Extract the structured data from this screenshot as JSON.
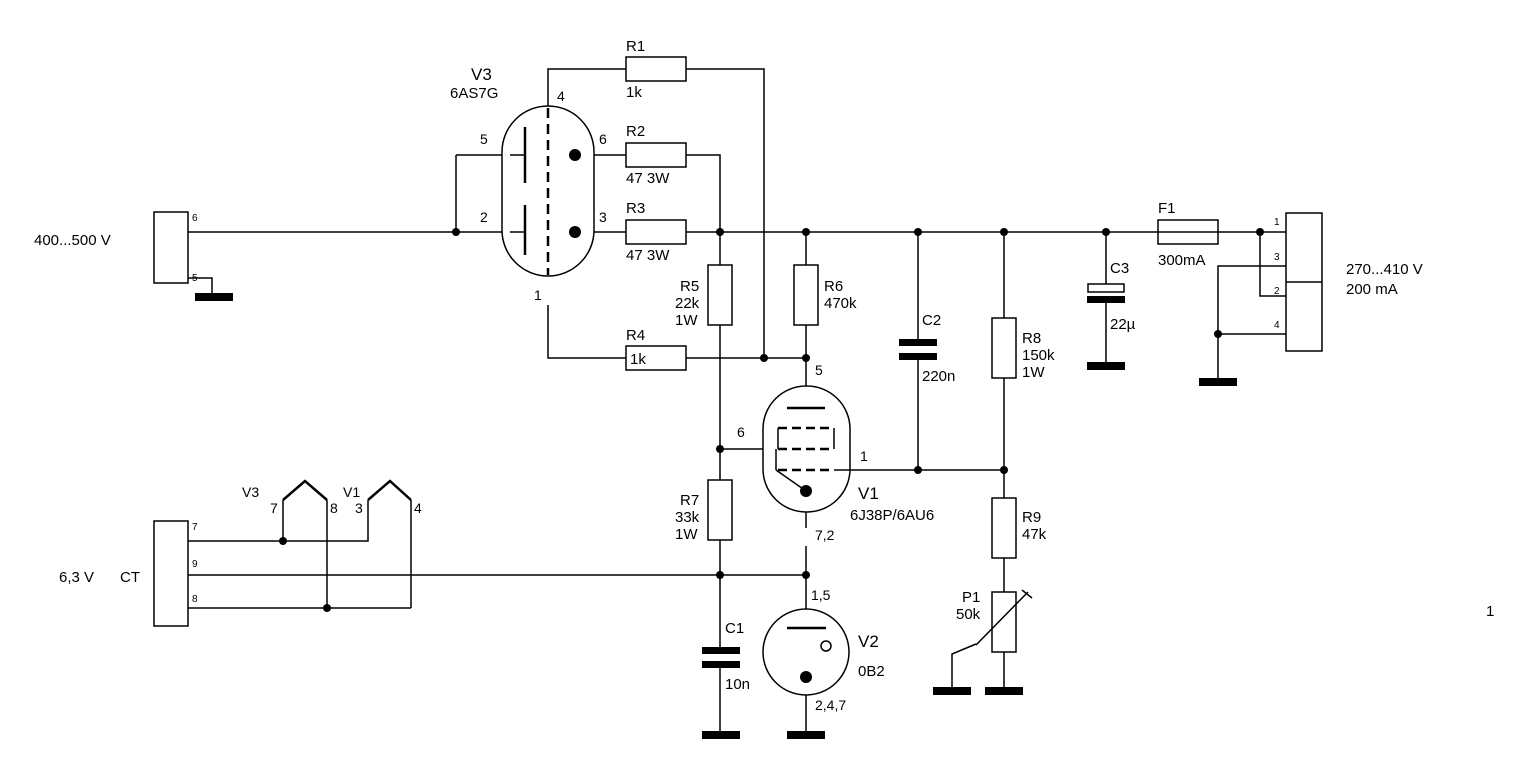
{
  "connectors": {
    "hv_in": {
      "label": "400...500 V",
      "pins": [
        "6",
        "5"
      ]
    },
    "heater": {
      "label": "6,3 V",
      "ct": "CT",
      "pins": [
        "7",
        "9",
        "8"
      ]
    },
    "out": {
      "label1": "270...410 V",
      "label2": "200 mA",
      "pins": [
        "1",
        "3",
        "2",
        "4"
      ]
    }
  },
  "tubes": {
    "v3": {
      "name": "V3",
      "type": "6AS7G",
      "pins": [
        "4",
        "5",
        "6",
        "2",
        "3",
        "1"
      ]
    },
    "v1": {
      "name": "V1",
      "type": "6J38P/6AU6",
      "pins": [
        "5",
        "6",
        "1",
        "7,2"
      ]
    },
    "v2": {
      "name": "V2",
      "type": "0B2",
      "pins": [
        "1,5",
        "2,4,7"
      ]
    }
  },
  "heaters": {
    "v3": {
      "name": "V3",
      "pin_a": "7",
      "pin_b": "8"
    },
    "v1": {
      "name": "V1",
      "pin_a": "3",
      "pin_b": "4"
    }
  },
  "resistors": {
    "r1": {
      "name": "R1",
      "value": "1k"
    },
    "r2": {
      "name": "R2",
      "value": "47 3W"
    },
    "r3": {
      "name": "R3",
      "value": "47 3W"
    },
    "r4": {
      "name": "R4",
      "value": "1k"
    },
    "r5": {
      "name": "R5",
      "value": "22k",
      "power": "1W"
    },
    "r6": {
      "name": "R6",
      "value": "470k"
    },
    "r7": {
      "name": "R7",
      "value": "33k",
      "power": "1W"
    },
    "r8": {
      "name": "R8",
      "value": "150k",
      "power": "1W"
    },
    "r9": {
      "name": "R9",
      "value": "47k"
    },
    "p1": {
      "name": "P1",
      "value": "50k"
    }
  },
  "capacitors": {
    "c1": {
      "name": "C1",
      "value": "10n"
    },
    "c2": {
      "name": "C2",
      "value": "220n"
    },
    "c3": {
      "name": "C3",
      "value": "22µ"
    }
  },
  "fuse": {
    "name": "F1",
    "value": "300mA"
  },
  "page_number": "1"
}
